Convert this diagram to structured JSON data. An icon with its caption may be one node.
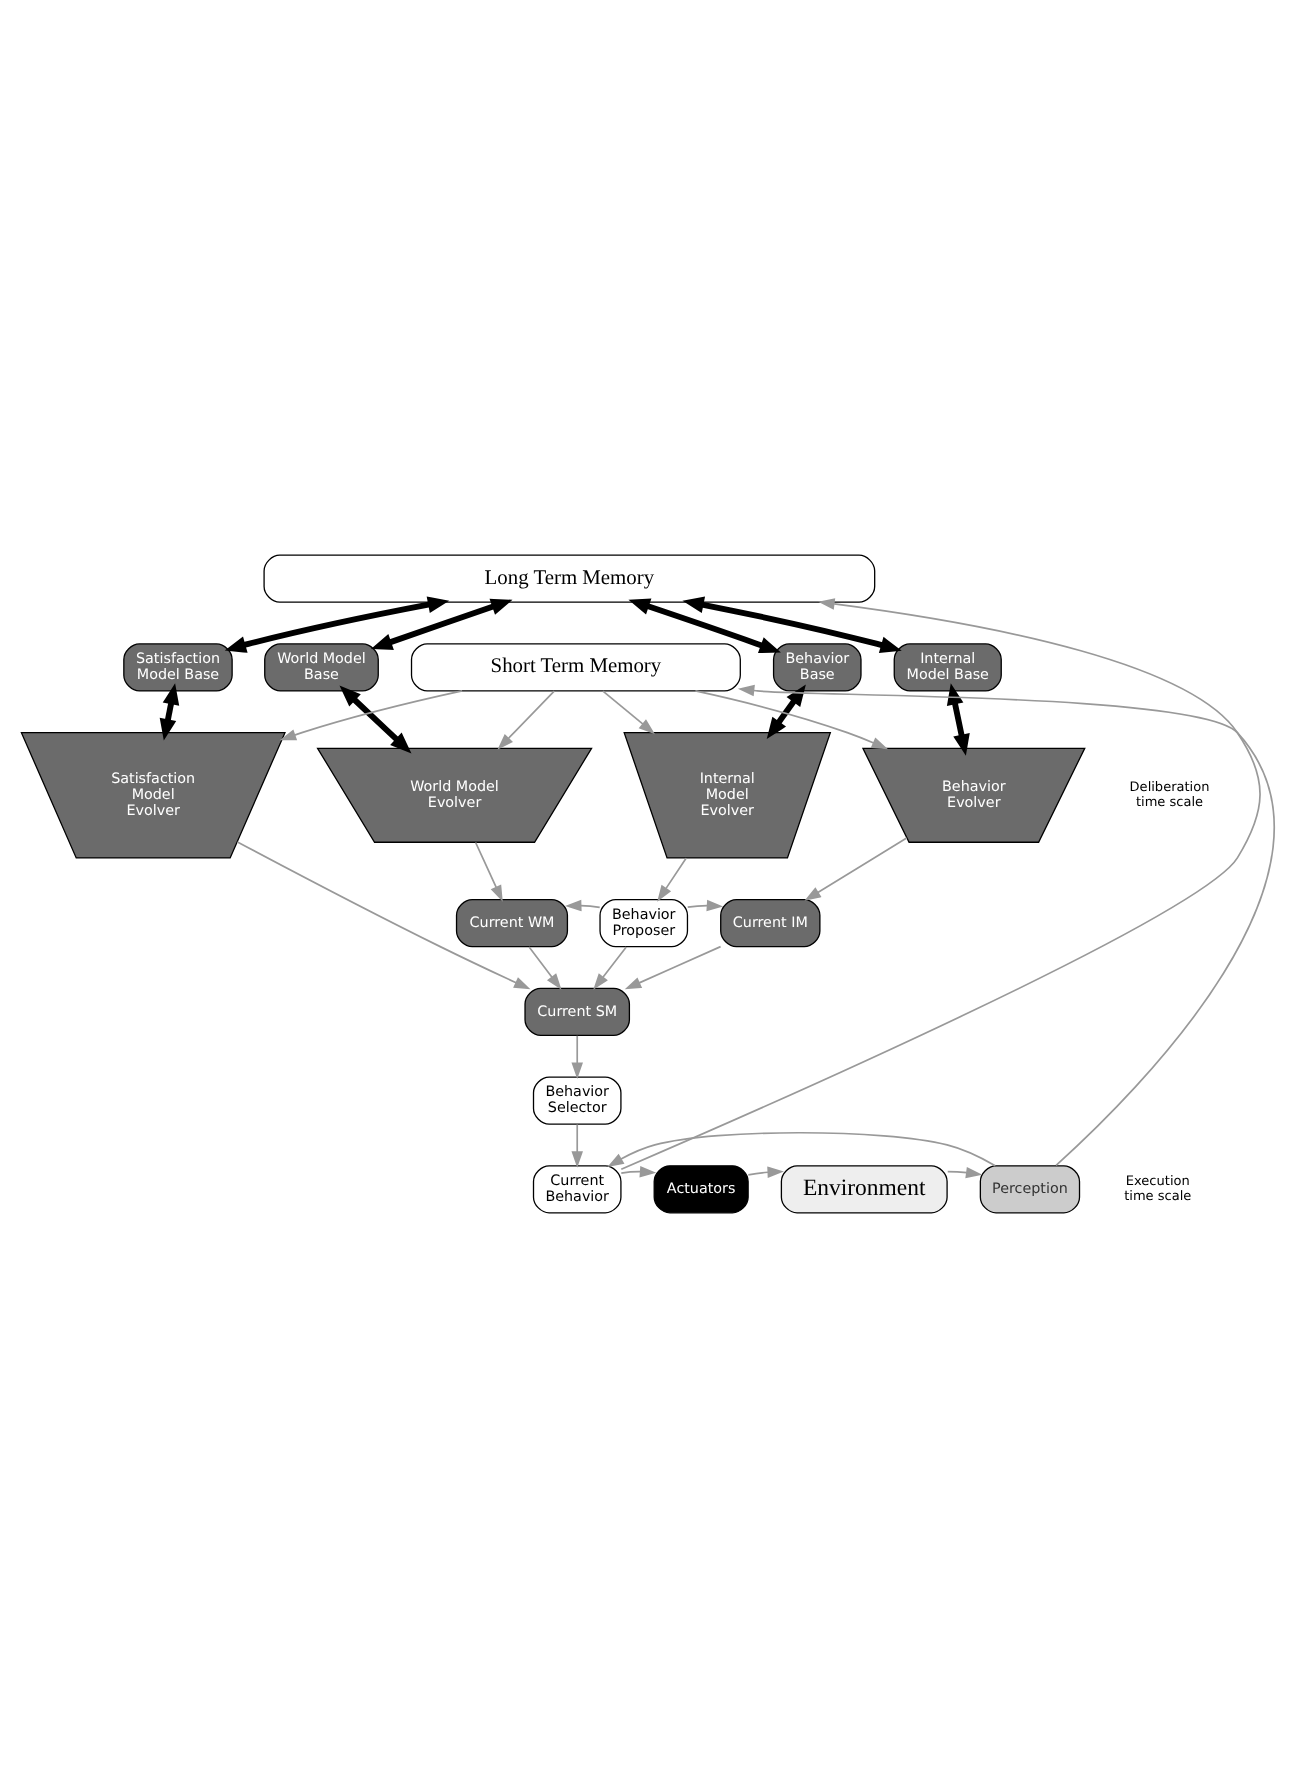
{
  "diagram": {
    "nodes": [
      {
        "text": [
          "Long Term Memory"
        ]
      },
      {
        "text": [
          "Satisfaction Model Base"
        ]
      },
      {
        "text": [
          "World Model Base"
        ]
      },
      {
        "text": [
          "Behavior Base"
        ]
      },
      {
        "text": [
          "Internal Model Base"
        ]
      },
      {
        "text": [
          "Short Term Memory"
        ]
      },
      {
        "text": [
          "Satisfaction Model Evolver"
        ]
      },
      {
        "text": [
          "World Model Evolver"
        ]
      },
      {
        "text": [
          "Internal Model Evolver"
        ]
      },
      {
        "text": [
          "Behavior Evolver"
        ]
      },
      {
        "text": [
          "Current WM"
        ]
      },
      {
        "text": [
          "Behavior Proposer"
        ]
      },
      {
        "text": [
          "Current IM"
        ]
      },
      {
        "text": [
          "Current SM"
        ]
      },
      {
        "text": [
          "Behavior Selector"
        ]
      },
      {
        "text": [
          "Current Behavior"
        ]
      },
      {
        "text": [
          "Actuators"
        ]
      },
      {
        "text": [
          "Environment"
        ]
      },
      {
        "text": [
          "Perception"
        ]
      }
    ],
    "edges": [
      {
        "from": 0,
        "to": 1,
        "arrow": "both",
        "style": "thick",
        "color": "#000000"
      },
      {
        "from": 0,
        "to": 2,
        "arrow": "both",
        "style": "thick",
        "color": "#000000"
      },
      {
        "from": 0,
        "to": 3,
        "arrow": "both",
        "style": "thick",
        "color": "#000000"
      },
      {
        "from": 0,
        "to": 4,
        "arrow": "both",
        "style": "thick",
        "color": "#000000"
      },
      {
        "from": 1,
        "to": 6,
        "arrow": "both",
        "style": "thick",
        "color": "#000000"
      },
      {
        "from": 2,
        "to": 7,
        "arrow": "both",
        "style": "thick",
        "color": "#000000"
      },
      {
        "from": 3,
        "to": 8,
        "arrow": "both",
        "style": "thick",
        "color": "#000000"
      },
      {
        "from": 4,
        "to": 9,
        "arrow": "both",
        "style": "thick",
        "color": "#000000"
      },
      {
        "from": 5,
        "to": 6,
        "arrow": "to"
      },
      {
        "from": 5,
        "to": 7,
        "arrow": "to"
      },
      {
        "from": 5,
        "to": 8,
        "arrow": "to"
      },
      {
        "from": 5,
        "to": 9,
        "arrow": "to"
      },
      {
        "from": 7,
        "to": 10,
        "arrow": "to"
      },
      {
        "from": 8,
        "to": 11,
        "arrow": "to"
      },
      {
        "from": 9,
        "to": 12,
        "arrow": "to"
      },
      {
        "from": 11,
        "to": 10,
        "arrow": "to"
      },
      {
        "from": 11,
        "to": 12,
        "arrow": "to"
      },
      {
        "from": 11,
        "to": 13,
        "arrow": "to"
      },
      {
        "from": 6,
        "to": 13,
        "arrow": "to"
      },
      {
        "from": 10,
        "to": 13,
        "arrow": "to"
      },
      {
        "from": 12,
        "to": 13,
        "arrow": "to"
      },
      {
        "from": 13,
        "to": 14,
        "arrow": "to"
      },
      {
        "from": 14,
        "to": 15,
        "arrow": "to"
      },
      {
        "from": 15,
        "to": 0,
        "arrow": "to"
      },
      {
        "from": 15,
        "to": 16,
        "arrow": "to"
      },
      {
        "from": 16,
        "to": 17,
        "arrow": "to"
      },
      {
        "from": 17,
        "to": 18,
        "arrow": "to"
      },
      {
        "from": 18,
        "to": 5,
        "arrow": "to"
      },
      {
        "from": 18,
        "to": 15,
        "arrow": "to"
      }
    ],
    "labels": [
      "Deliberation time scale",
      "Execution time scale"
    ]
  }
}
